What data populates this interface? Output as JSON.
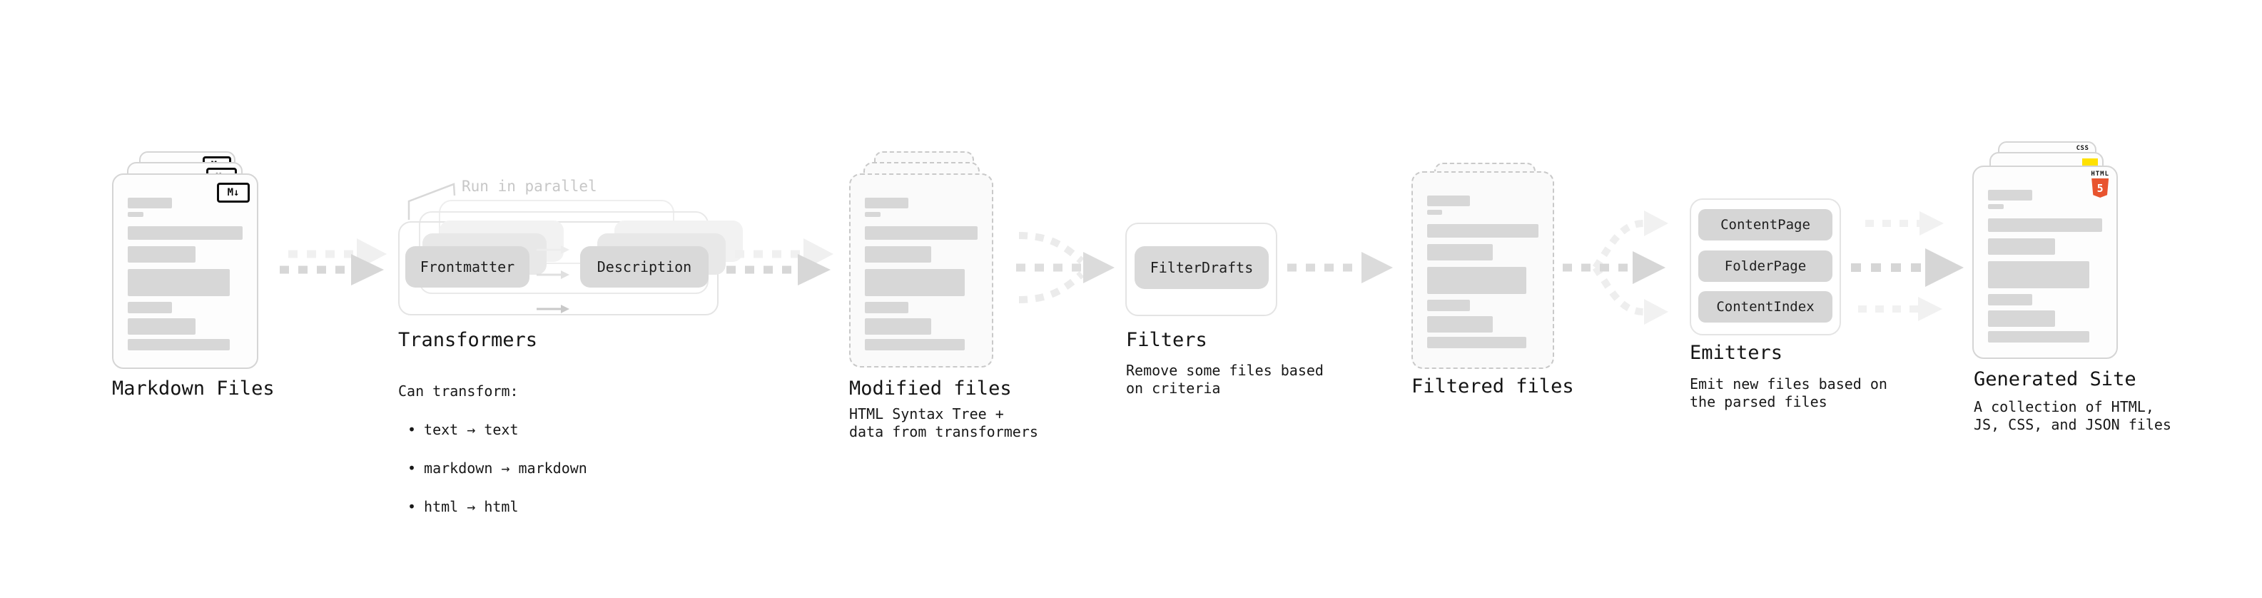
{
  "stages": {
    "markdown_files": {
      "label": "Markdown Files",
      "badge": "M↓"
    },
    "transformers": {
      "label": "Transformers",
      "annotation": "Run in parallel",
      "pill_from": "Frontmatter",
      "pill_to": "Description",
      "desc_heading": "Can transform:",
      "bullet_char": "•",
      "bullets": [
        "text → text",
        "markdown → markdown",
        "html → html"
      ]
    },
    "modified_files": {
      "label": "Modified files",
      "desc": "HTML Syntax Tree +\ndata from transformers"
    },
    "filters": {
      "label": "Filters",
      "pill": "FilterDrafts",
      "desc": "Remove some files based\non criteria"
    },
    "filtered_files": {
      "label": "Filtered files"
    },
    "emitters": {
      "label": "Emitters",
      "pills": [
        "ContentPage",
        "FolderPage",
        "ContentIndex"
      ],
      "desc": "Emit new files based on\nthe parsed files"
    },
    "generated_site": {
      "label": "Generated Site",
      "desc": "A collection of HTML,\nJS, CSS, and JSON files",
      "badge_css": "CSS",
      "badge_html_label": "HTML",
      "badge_html_number": "5"
    }
  },
  "colors": {
    "html5_orange": "#e8542f",
    "js_yellow": "#ffe100",
    "css_blue": "#2f6bdf",
    "pill_gray": "#d9d9d9",
    "arrow_gray": "#d7d7d7",
    "arrow_light": "#f0f0f0",
    "annotation_gray": "#c7c7c7"
  }
}
